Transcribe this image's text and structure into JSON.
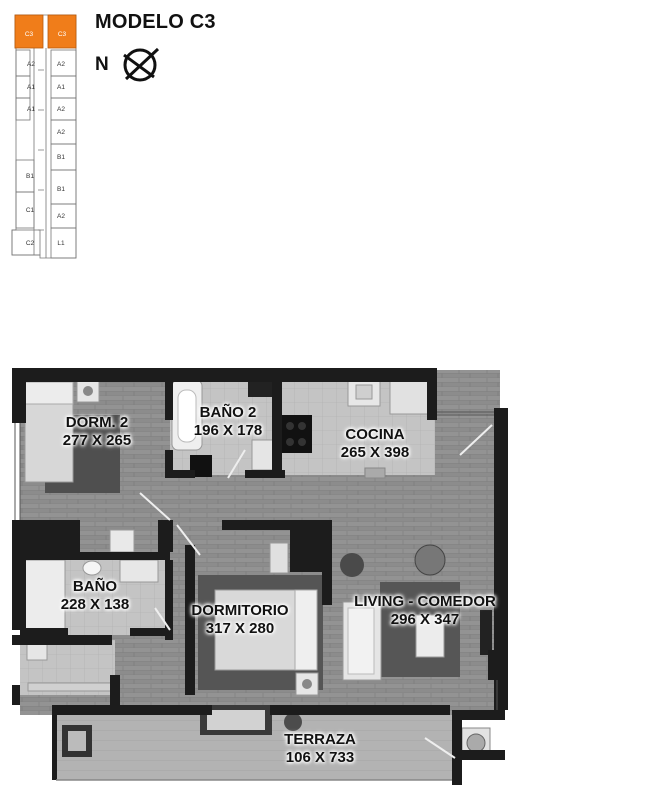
{
  "header": {
    "title": "MODELO C3",
    "north_label": "N"
  },
  "keyplan": {
    "highlight_color": "#F07D1A",
    "highlighted_units": [
      "C3",
      "C3"
    ],
    "left_column": [
      "A2",
      "A1",
      "A1",
      "B1",
      "C1",
      "C2"
    ],
    "right_column": [
      "A2",
      "A1",
      "A2",
      "A2",
      "B1",
      "B1",
      "A2",
      "L1"
    ]
  },
  "rooms": {
    "dorm2": {
      "name": "DORM. 2",
      "dims": "277 X 265"
    },
    "bano2": {
      "name": "BAÑO 2",
      "dims": "196 X 178"
    },
    "cocina": {
      "name": "COCINA",
      "dims": "265 X 398"
    },
    "bano": {
      "name": "BAÑO",
      "dims": "228 X 138"
    },
    "dormitorio": {
      "name": "DORMITORIO",
      "dims": "317 X 280"
    },
    "living": {
      "name": "LIVING - COMEDOR",
      "dims": "296 X 347"
    },
    "terraza": {
      "name": "TERRAZA",
      "dims": "106 X 733"
    }
  },
  "colors": {
    "wall": "#1c1c1c",
    "floor_wood": "#8a8a8a",
    "floor_tile": "#c2c2c2",
    "rug": "#555555",
    "accent": "#F07D1A"
  }
}
